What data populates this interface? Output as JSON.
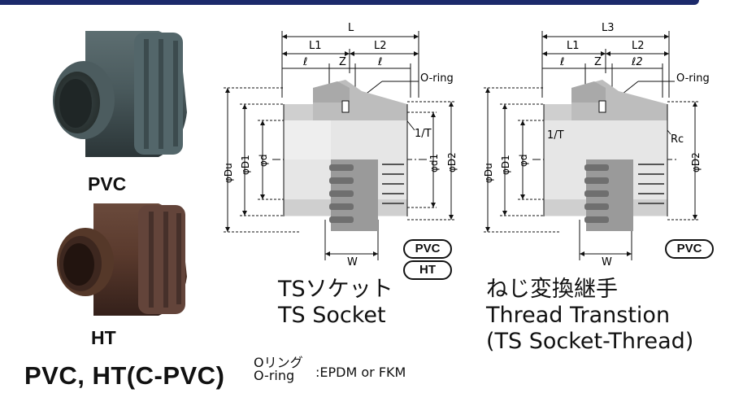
{
  "photos": {
    "pvc_label": "PVC",
    "ht_label": "HT"
  },
  "bottom": {
    "title": "PVC, HT(C-PVC)",
    "oring_jp": "Oリング",
    "oring_en": "O-ring",
    "material": ":EPDM or FKM"
  },
  "diagram1": {
    "dim_L": "L",
    "dim_L1": "L1",
    "dim_L2": "L2",
    "dim_l_left": "ℓ",
    "dim_l_right": "ℓ",
    "dim_Z": "Z",
    "oring": "O-ring",
    "taper": "1/T",
    "phi_Du": "φDu",
    "phi_D1": "φD1",
    "phi_d": "φd",
    "phi_d1": "φd1",
    "phi_D2": "φD2",
    "dim_W": "W",
    "badge_pvc": "PVC",
    "badge_ht": "HT",
    "caption_jp": "TSソケット",
    "caption_en": "TS Socket"
  },
  "diagram2": {
    "dim_L3": "L3",
    "dim_L1": "L1",
    "dim_L2": "L2",
    "dim_l": "ℓ",
    "dim_Z": "Z",
    "dim_l2": "ℓ2",
    "oring": "O-ring",
    "taper": "1/T",
    "rc": "Rc",
    "phi_Du": "φDu",
    "phi_D1": "φD1",
    "phi_d": "φd",
    "phi_D2": "φD2",
    "dim_W": "W",
    "badge_pvc": "PVC",
    "caption_jp": "ねじ変換継手",
    "caption_en1": "Thread Transtion",
    "caption_en2": "(TS Socket-Thread)"
  }
}
